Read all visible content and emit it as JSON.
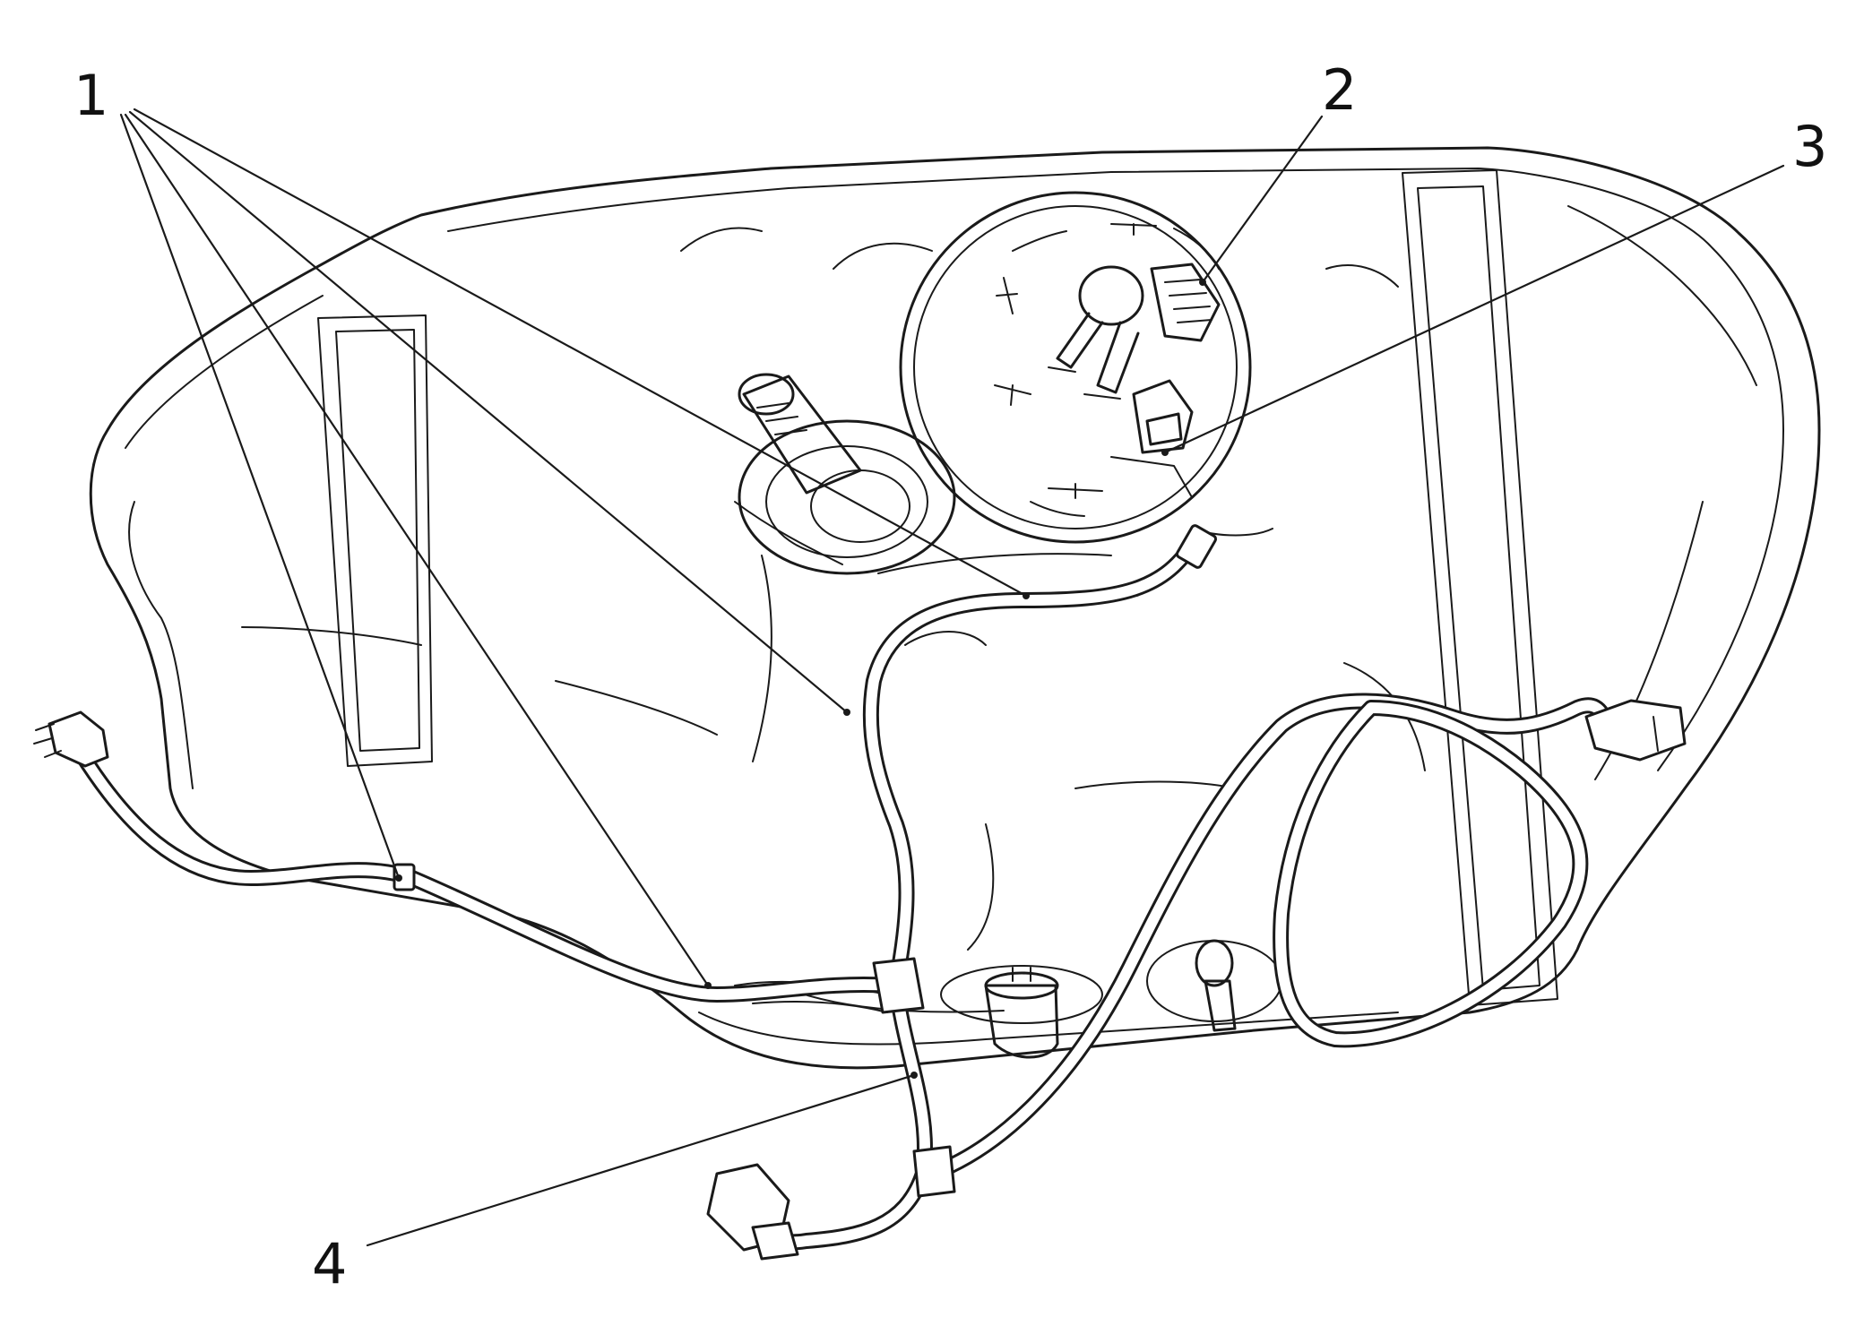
{
  "diagram": {
    "callouts": [
      {
        "id": "callout-1",
        "text": "1"
      },
      {
        "id": "callout-2",
        "text": "2"
      },
      {
        "id": "callout-3",
        "text": "3"
      },
      {
        "id": "callout-4",
        "text": "4"
      }
    ],
    "colors": {
      "ink": "#1a1a1a",
      "background": "#ffffff"
    }
  }
}
